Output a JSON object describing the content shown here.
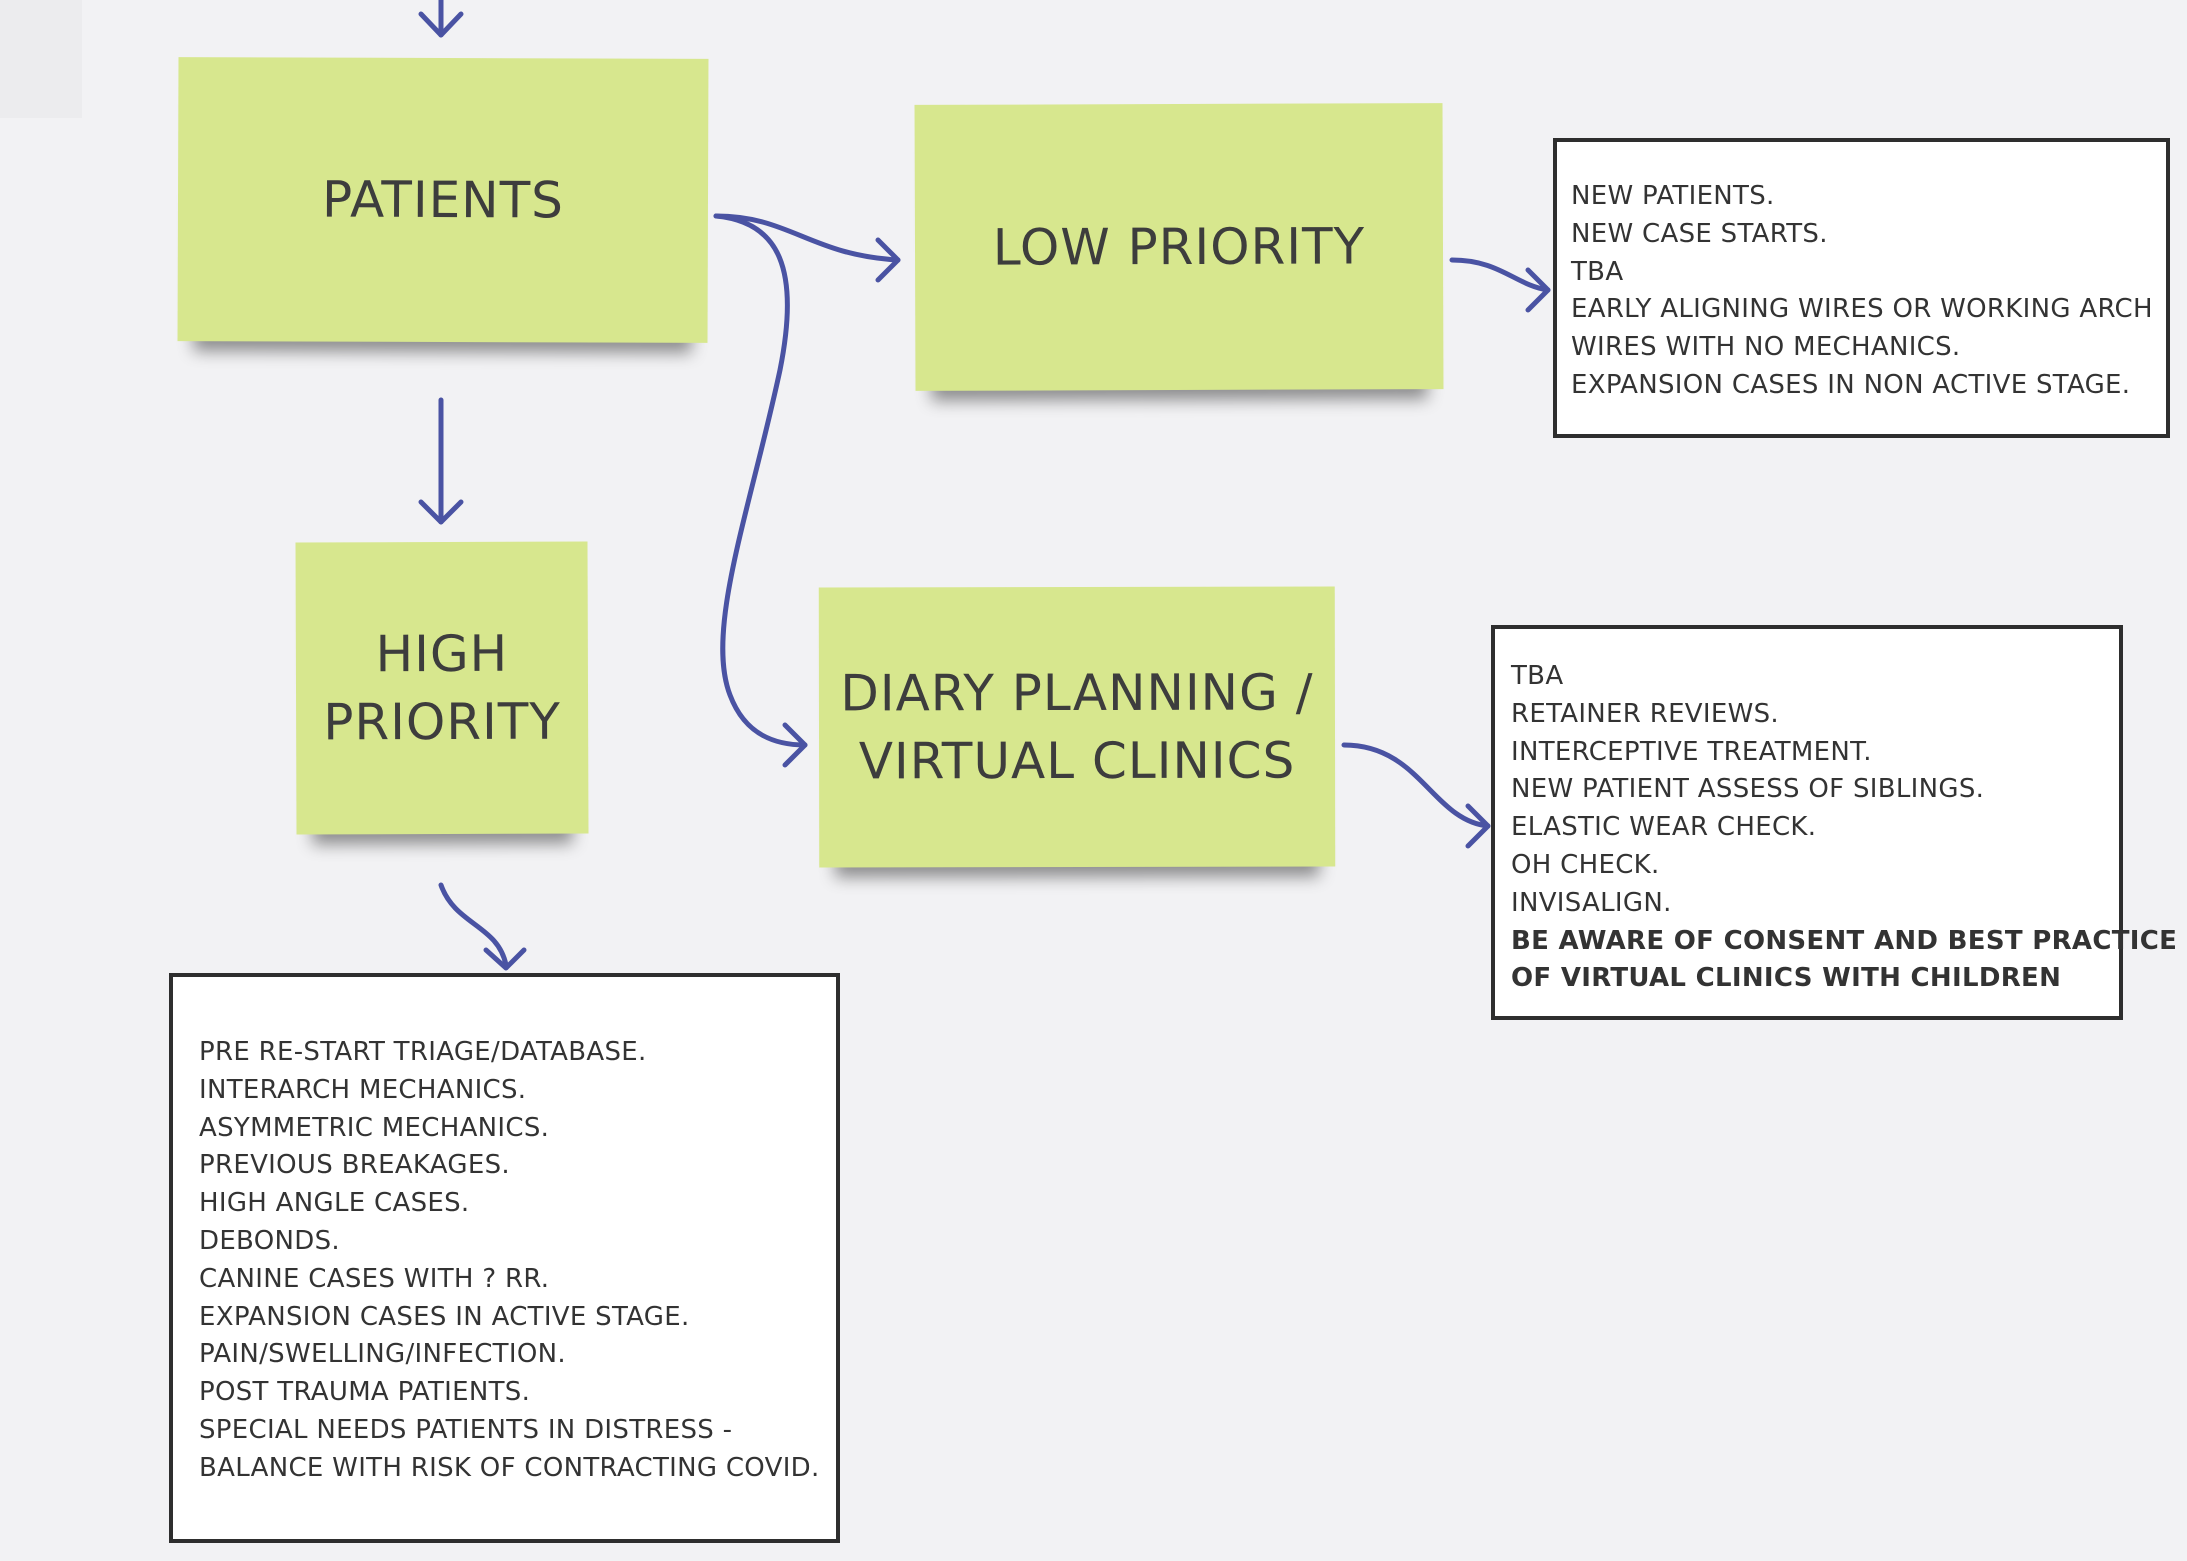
{
  "diagram": {
    "nodes": {
      "patients": {
        "lines": [
          "PATIENTS"
        ]
      },
      "low_priority": {
        "lines": [
          "LOW PRIORITY"
        ]
      },
      "high_priority": {
        "lines": [
          "HIGH",
          "PRIORITY"
        ]
      },
      "diary_planning": {
        "lines": [
          "DIARY PLANNING /",
          "VIRTUAL CLINICS"
        ]
      }
    },
    "lists": {
      "low_priority_list": {
        "lines": [
          "NEW PATIENTS.",
          "NEW CASE STARTS.",
          "TBA",
          "EARLY ALIGNING WIRES OR WORKING ARCH",
          "WIRES WITH NO MECHANICS.",
          "EXPANSION CASES IN NON ACTIVE STAGE."
        ]
      },
      "diary_list": {
        "lines": [
          "TBA",
          "RETAINER REVIEWS.",
          "INTERCEPTIVE TREATMENT.",
          "NEW PATIENT ASSESS OF SIBLINGS.",
          "ELASTIC WEAR CHECK.",
          "OH CHECK.",
          "INVISALIGN."
        ],
        "bold_lines": [
          "BE AWARE OF CONSENT AND BEST PRACTICE",
          "OF VIRTUAL CLINICS WITH CHILDREN"
        ]
      },
      "high_priority_list": {
        "lines": [
          "PRE RE-START TRIAGE/DATABASE.",
          "INTERARCH MECHANICS.",
          "ASYMMETRIC MECHANICS.",
          "PREVIOUS BREAKAGES.",
          "HIGH ANGLE CASES.",
          "DEBONDS.",
          "CANINE CASES WITH ? RR.",
          "EXPANSION CASES IN ACTIVE STAGE.",
          "PAIN/SWELLING/INFECTION.",
          "POST TRAUMA PATIENTS.",
          "SPECIAL NEEDS PATIENTS IN DISTRESS -",
          "BALANCE WITH RISK OF CONTRACTING COVID."
        ]
      }
    },
    "edges": [
      {
        "from": "above",
        "to": "patients"
      },
      {
        "from": "patients",
        "to": "low_priority"
      },
      {
        "from": "patients",
        "to": "diary_planning"
      },
      {
        "from": "patients",
        "to": "high_priority"
      },
      {
        "from": "low_priority",
        "to": "low_priority_list"
      },
      {
        "from": "diary_planning",
        "to": "diary_list"
      },
      {
        "from": "high_priority",
        "to": "high_priority_list"
      }
    ],
    "colors": {
      "sticky": "#d7e78e",
      "connector": "#4a53a3",
      "background": "#f2f2f4",
      "box_border": "#2e2e2e"
    }
  }
}
